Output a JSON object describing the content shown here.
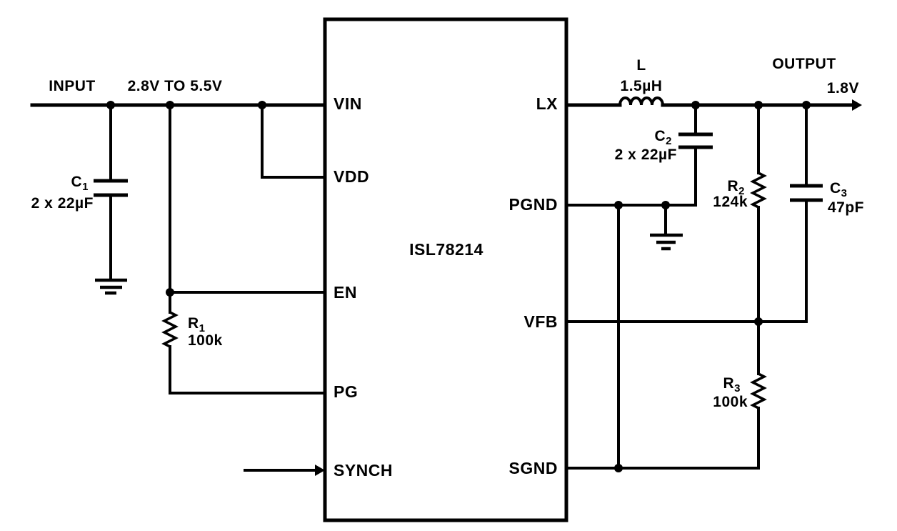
{
  "labels": {
    "input": "INPUT",
    "input_range": "2.8V TO 5.5V",
    "output": "OUTPUT",
    "output_voltage": "1.8V"
  },
  "ic": {
    "name": "ISL78214",
    "pins": {
      "vin": "VIN",
      "vdd": "VDD",
      "en": "EN",
      "pg": "PG",
      "synch": "SYNCH",
      "lx": "LX",
      "pgnd": "PGND",
      "vfb": "VFB",
      "sgnd": "SGND"
    }
  },
  "components": {
    "c1": {
      "ref": "C",
      "sub": "1",
      "value": "2 x 22µF"
    },
    "r1": {
      "ref": "R",
      "sub": "1",
      "value": "100k"
    },
    "l": {
      "ref": "L",
      "value": "1.5µH"
    },
    "c2": {
      "ref": "C",
      "sub": "2",
      "value": "2 x 22µF"
    },
    "r2": {
      "ref": "R",
      "sub": "2",
      "value": "124k"
    },
    "c3": {
      "ref": "C",
      "sub": "3",
      "value": "47pF"
    },
    "r3": {
      "ref": "R",
      "sub": "3",
      "value": "100k"
    }
  },
  "colors": {
    "line": "#000000",
    "background": "#ffffff"
  }
}
